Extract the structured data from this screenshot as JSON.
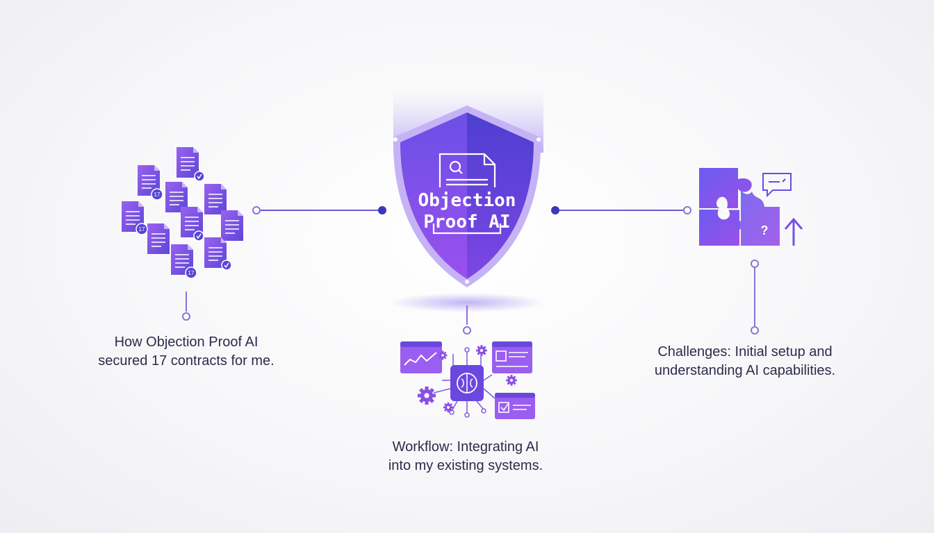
{
  "shield": {
    "title_line1": "Objection",
    "title_line2": "Proof AI"
  },
  "captions": {
    "left_line1": "How Objection Proof AI",
    "left_line2": "secured 17 contracts for me.",
    "middle_line1": "Workflow: Integrating AI",
    "middle_line2": "into my existing systems.",
    "right_line1": "Challenges: Initial setup and",
    "right_line2": "understanding AI capabilities."
  },
  "document_badge": "17",
  "puzzle_question": "?",
  "colors": {
    "accent": "#6a4be0",
    "accent_light": "#a26af0",
    "text": "#2a2c4a",
    "connector": "#8a72d8"
  },
  "icons": [
    "document-icon",
    "shield-icon",
    "puzzle-icon",
    "chat-bubble-icon",
    "up-arrow-icon",
    "brain-chip-icon",
    "gear-icon",
    "chart-window-icon"
  ]
}
